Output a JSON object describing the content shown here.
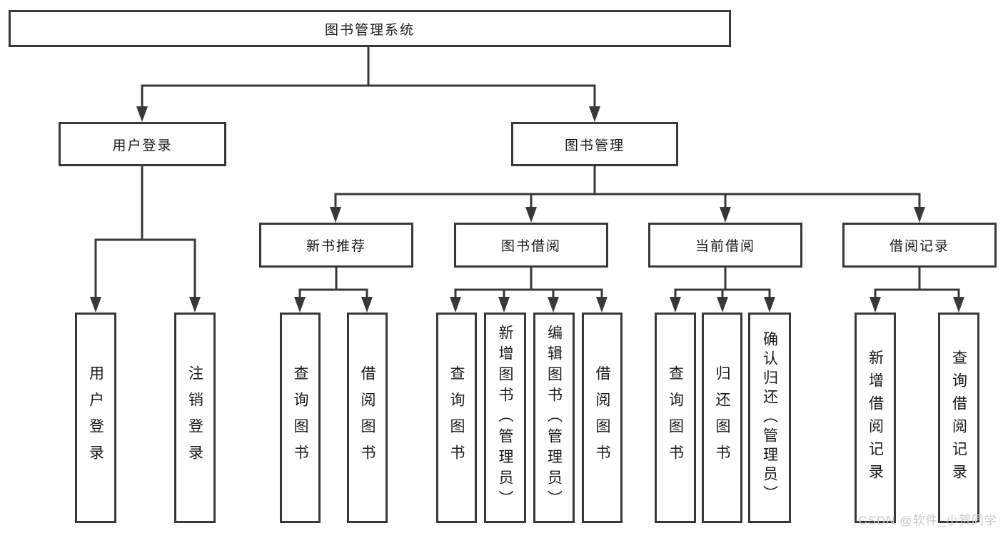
{
  "diagram": {
    "title": "图书管理系统",
    "tree": {
      "label": "图书管理系统",
      "children": [
        {
          "label": "用户登录",
          "children": [
            {
              "label": "用户登录"
            },
            {
              "label": "注销登录"
            }
          ]
        },
        {
          "label": "图书管理",
          "children": [
            {
              "label": "新书推荐",
              "children": [
                {
                  "label": "查询图书"
                },
                {
                  "label": "借阅图书"
                }
              ]
            },
            {
              "label": "图书借阅",
              "children": [
                {
                  "label": "查询图书"
                },
                {
                  "label": "新增图书（管理员）"
                },
                {
                  "label": "编辑图书（管理员）"
                },
                {
                  "label": "借阅图书"
                }
              ]
            },
            {
              "label": "当前借阅",
              "children": [
                {
                  "label": "查询图书"
                },
                {
                  "label": "归还图书"
                },
                {
                  "label": "确认归还（管理员）"
                }
              ]
            },
            {
              "label": "借阅记录",
              "children": [
                {
                  "label": "新增借阅记录"
                },
                {
                  "label": "查询借阅记录"
                }
              ]
            }
          ]
        }
      ]
    },
    "colors": {
      "line": "#383838",
      "box_border": "#383838",
      "text": "#1a1a1a",
      "background": "#ffffff",
      "watermark": "#c9c9c9"
    }
  },
  "watermark": {
    "text": "CSDN @软件_小贺同学"
  }
}
